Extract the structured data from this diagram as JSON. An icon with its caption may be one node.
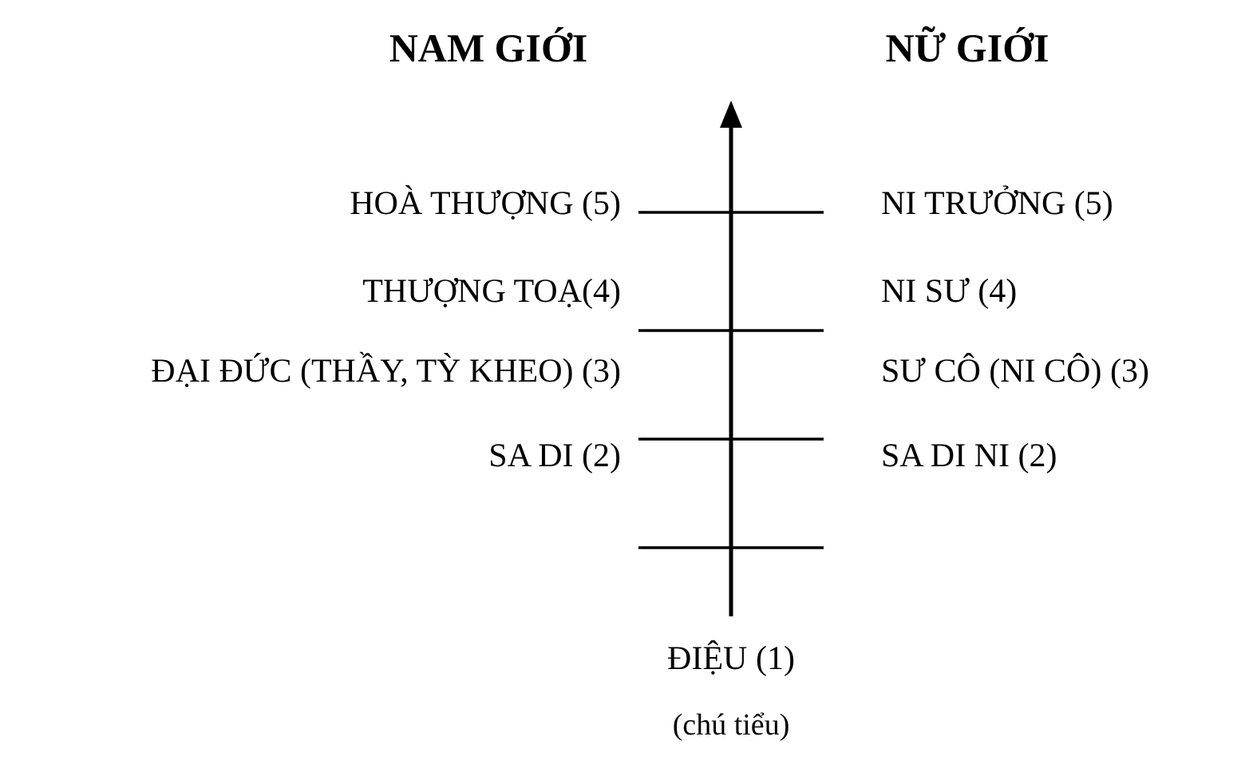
{
  "diagram": {
    "labels": [
      "NAM GIỚI",
      "NỮ GIỚI",
      "HOÀ THƯỢNG (5)",
      "NI TRƯỞNG (5)",
      "THƯỢNG TOẠ(4)",
      "NI SƯ (4)",
      "ĐẠI ĐỨC (THẦY, TỲ KHEO) (3)",
      "SƯ CÔ (NI CÔ) (3)",
      "SA DI (2)",
      "SA DI NI (2)",
      "ĐIỆU (1)",
      "(chú tiểu)"
    ]
  }
}
